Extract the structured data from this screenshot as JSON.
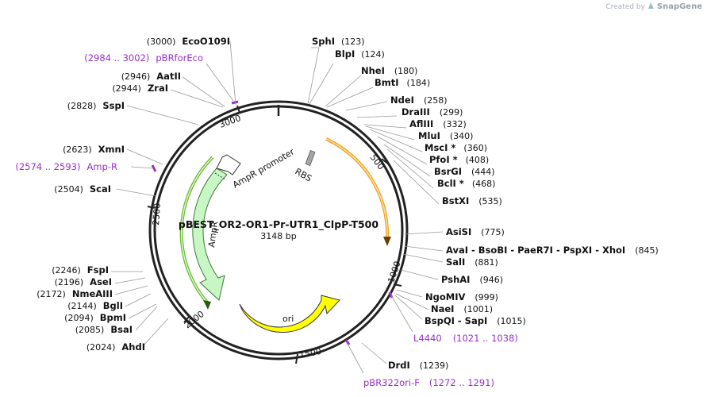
{
  "credit": {
    "prefix": "Created by",
    "brand": "SnapGene"
  },
  "plasmid": {
    "name": "pBEST_OR2-OR1-Pr-UTR1_ClpP-T500",
    "size": "3148 bp"
  },
  "ticks": [
    "500",
    "1000",
    "1500",
    "2000",
    "2500",
    "3000"
  ],
  "features": {
    "rbs": "RBS",
    "ori": "ori",
    "ampr": "AmpR",
    "ampr_promoter": "AmpR promoter"
  },
  "sites_right": [
    {
      "name": "SphI",
      "pos": "(123)"
    },
    {
      "name": "BlpI",
      "pos": "(124)"
    },
    {
      "name": "NheI",
      "pos": "(180)"
    },
    {
      "name": "BmtI",
      "pos": "(184)"
    },
    {
      "name": "NdeI",
      "pos": "(258)"
    },
    {
      "name": "DraIII",
      "pos": "(299)"
    },
    {
      "name": "AflIII",
      "pos": "(332)"
    },
    {
      "name": "MluI",
      "pos": "(340)"
    },
    {
      "name": "MscI *",
      "pos": "(360)"
    },
    {
      "name": "PfoI *",
      "pos": "(408)"
    },
    {
      "name": "BsrGI",
      "pos": "(444)"
    },
    {
      "name": "BclI *",
      "pos": "(468)"
    },
    {
      "name": "BstXI",
      "pos": "(535)"
    },
    {
      "name": "AsiSI",
      "pos": "(775)"
    },
    {
      "name": "AvaI - BsoBI - PaeR7I - PspXI - XhoI",
      "pos": "(845)"
    },
    {
      "name": "SalI",
      "pos": "(881)"
    },
    {
      "name": "PshAI",
      "pos": "(946)"
    },
    {
      "name": "NgoMIV",
      "pos": "(999)"
    },
    {
      "name": "NaeI",
      "pos": "(1001)"
    },
    {
      "name": "BspQI - SapI",
      "pos": "(1015)"
    },
    {
      "name": "DrdI",
      "pos": "(1239)"
    }
  ],
  "sites_left": [
    {
      "name": "EcoO109I",
      "pos": "(3000)"
    },
    {
      "name": "AatII",
      "pos": "(2946)"
    },
    {
      "name": "ZraI",
      "pos": "(2944)"
    },
    {
      "name": "SspI",
      "pos": "(2828)"
    },
    {
      "name": "XmnI",
      "pos": "(2623)"
    },
    {
      "name": "ScaI",
      "pos": "(2504)"
    },
    {
      "name": "FspI",
      "pos": "(2246)"
    },
    {
      "name": "AseI",
      "pos": "(2196)"
    },
    {
      "name": "NmeAIII",
      "pos": "(2172)"
    },
    {
      "name": "BglI",
      "pos": "(2144)"
    },
    {
      "name": "BpmI",
      "pos": "(2094)"
    },
    {
      "name": "BsaI",
      "pos": "(2085)"
    },
    {
      "name": "AhdI",
      "pos": "(2024)"
    }
  ],
  "primers": [
    {
      "name": "pBRforEco",
      "range": "(2984 .. 3002)"
    },
    {
      "name": "Amp-R",
      "range": "(2574 .. 2593)"
    },
    {
      "name": "L4440",
      "range": "(1021 .. 1038)"
    },
    {
      "name": "pBR322ori-F",
      "range": "(1272 .. 1291)"
    }
  ],
  "colors": {
    "backbone": "#222222",
    "primer": "#9b2fc9",
    "ampr_fill": "#c8f7c5",
    "ori_fill": "#ffff00",
    "orange_arc": "#f0a020",
    "green_arc": "#66bb33"
  }
}
